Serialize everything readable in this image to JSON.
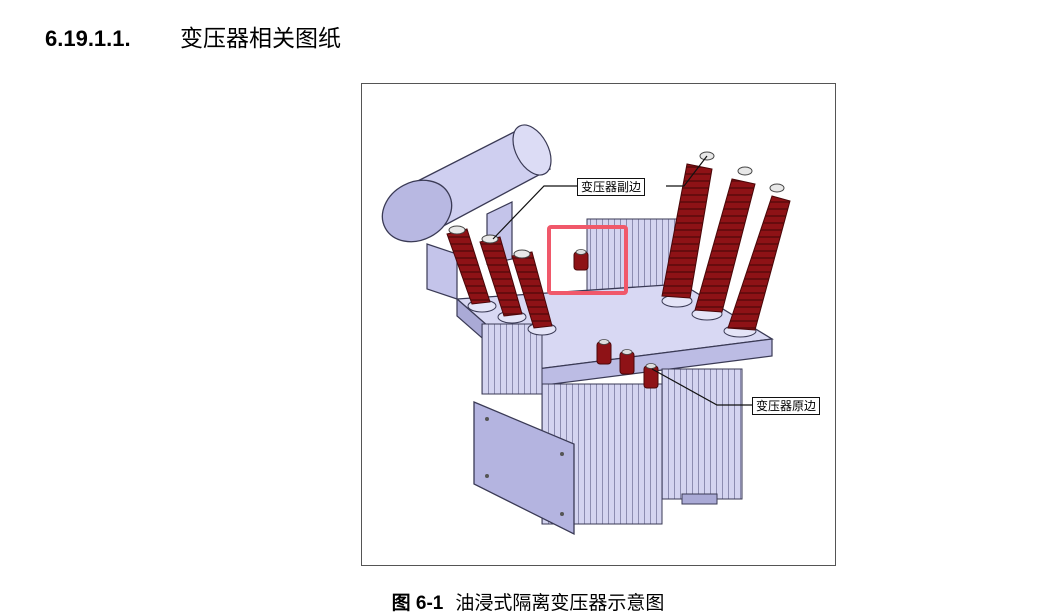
{
  "section": {
    "number": "6.19.1.1.",
    "title": "变压器相关图纸"
  },
  "figure": {
    "callouts": {
      "secondary": "变压器副边",
      "primary": "变压器原边"
    },
    "caption_label": "图 6-1",
    "caption_text": "油浸式隔离变压器示意图"
  },
  "colors": {
    "tank": "#c9c9ec",
    "bushing": "#8e1216",
    "highlight": "#f0586a",
    "outline": "#3a3a55"
  }
}
